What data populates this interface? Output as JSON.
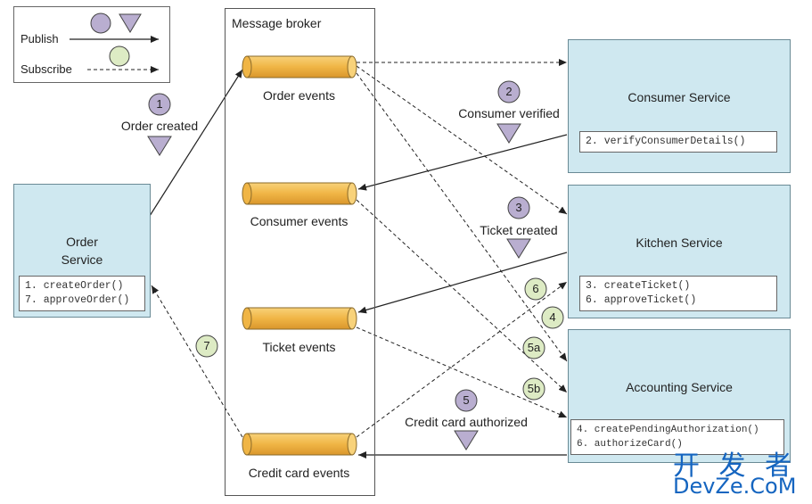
{
  "legend": {
    "publish": "Publish",
    "subscribe": "Subscribe"
  },
  "broker": {
    "title": "Message broker",
    "channels": [
      "Order events",
      "Consumer events",
      "Ticket events",
      "Credit card events"
    ]
  },
  "services": {
    "order": {
      "name_line1": "Order",
      "name_line2": "Service",
      "methods": [
        "1. createOrder()",
        "7. approveOrder()"
      ]
    },
    "consumer": {
      "name": "Consumer Service",
      "methods": [
        "2. verifyConsumerDetails()"
      ]
    },
    "kitchen": {
      "name": "Kitchen Service",
      "methods": [
        "3. createTicket()",
        "6. approveTicket()"
      ]
    },
    "accounting": {
      "name": "Accounting Service",
      "methods": [
        "4. createPendingAuthorization()",
        "6. authorizeCard()"
      ]
    }
  },
  "events": {
    "order_created": {
      "step": "1",
      "label": "Order created"
    },
    "consumer_verified": {
      "step": "2",
      "label": "Consumer verified"
    },
    "ticket_created": {
      "step": "3",
      "label": "Ticket created"
    },
    "card_authorized": {
      "step": "5",
      "label": "Credit card authorized"
    }
  },
  "subscription_steps": [
    "6",
    "4",
    "5a",
    "5b",
    "7"
  ],
  "colors": {
    "service_fill": "#cfe8f0",
    "publish_marker": "#b9aed0",
    "subscribe_marker": "#ddebc4",
    "channel_fill": "#f3bc4e"
  },
  "watermark": {
    "top": "开 发 者",
    "bottom": "DevZe.CoM"
  }
}
